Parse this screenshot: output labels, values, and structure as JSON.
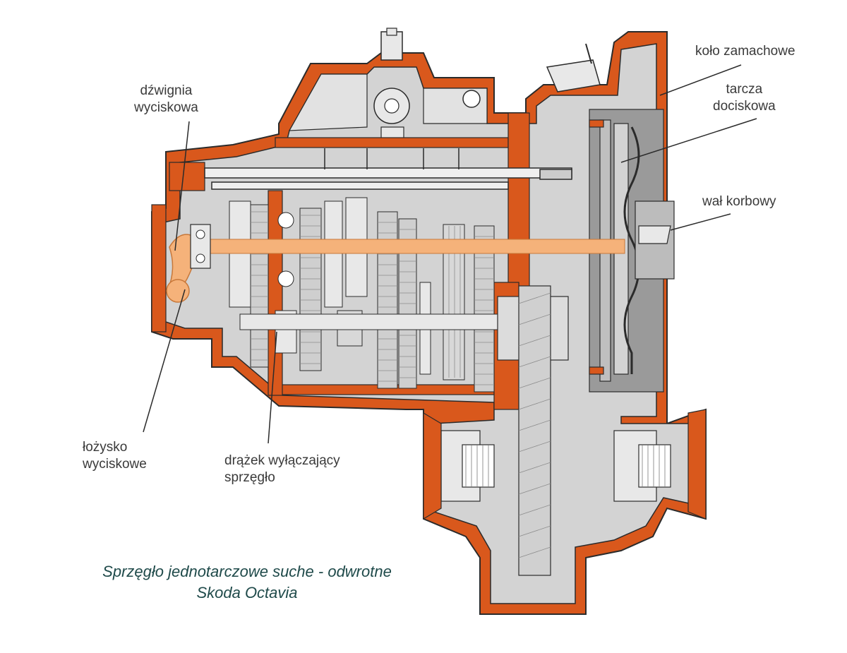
{
  "colors": {
    "casing": "#d9581c",
    "body_gray": "#d3d3d3",
    "dark_gray": "#9a9a9a",
    "line": "#2b2b2b",
    "highlight": "#f5b27a",
    "caption": "#1f4a4a"
  },
  "labels": {
    "lever": [
      "dźwignia",
      "wyciskowa"
    ],
    "bearing": [
      "łożysko",
      "wyciskowe"
    ],
    "rod": [
      "drążek wyłączający",
      "sprzęgło"
    ],
    "flywheel": [
      "koło zamachowe"
    ],
    "pressure_plate": [
      "tarcza",
      "dociskowa"
    ],
    "crankshaft": [
      "wał korbowy"
    ]
  },
  "caption": {
    "line1": "Sprzęgło jednotarczowe suche - odwrotne",
    "line2": "Skoda Octavia"
  }
}
